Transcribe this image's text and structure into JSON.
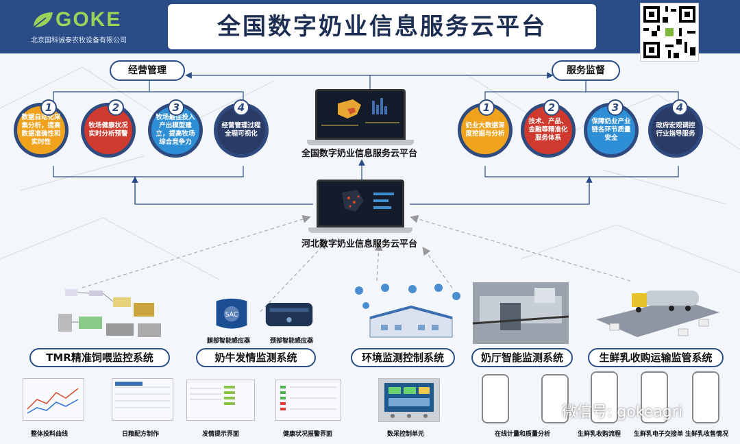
{
  "header": {
    "logo_text": "GOKE",
    "company": "北京国科诚泰农牧设备有限公司",
    "title": "全国数字奶业信息服务云平台"
  },
  "left_group": {
    "title": "经营管理",
    "items": [
      {
        "num": "1",
        "text": "数据自动化采集分析，提高数据准确性和实时性",
        "color": "#f0a21c"
      },
      {
        "num": "2",
        "text": "牧场健康状况实时分析预警",
        "color": "#d03a2e"
      },
      {
        "num": "3",
        "text": "牧场最佳投入产出模型建立，提高牧场综合竞争力",
        "color": "#2f8fd6"
      },
      {
        "num": "4",
        "text": "经营管理过程全程可视化",
        "color": "#2a3c66"
      }
    ]
  },
  "right_group": {
    "title": "服务监督",
    "items": [
      {
        "num": "1",
        "text": "奶业大数据深度挖掘与分析",
        "color": "#f0a21c"
      },
      {
        "num": "2",
        "text": "技术、产品、金融等精准化服务体系",
        "color": "#d03a2e"
      },
      {
        "num": "3",
        "text": "保障奶业产业链各环节质量安全",
        "color": "#2f8fd6"
      },
      {
        "num": "4",
        "text": "政府宏观调控行业指导服务",
        "color": "#2a3c66"
      }
    ]
  },
  "platforms": {
    "national": "全国数字奶业信息服务云平台",
    "hebei": "河北数字奶业信息服务云平台"
  },
  "systems": [
    {
      "label": "TMR精准饲喂监控系统"
    },
    {
      "label": "奶牛发情监测系统"
    },
    {
      "label": "环境监测控制系统"
    },
    {
      "label": "奶厅智能监测系统"
    },
    {
      "label": "生鲜乳收购运输监管系统"
    }
  ],
  "sensors": {
    "leg": "腿部智能感应器",
    "neck": "颈部智能感应器",
    "logo": "SAC"
  },
  "captions": [
    "整体投料曲线",
    "日粮配方制作",
    "发情提示界面",
    "健康状况报警界面",
    "数采控制单元",
    "在线计量和质量分析",
    "生鲜乳收购流程",
    "生鲜乳电子交接单",
    "生鲜乳收售情况"
  ],
  "watermark": "微信号: gokeagri"
}
